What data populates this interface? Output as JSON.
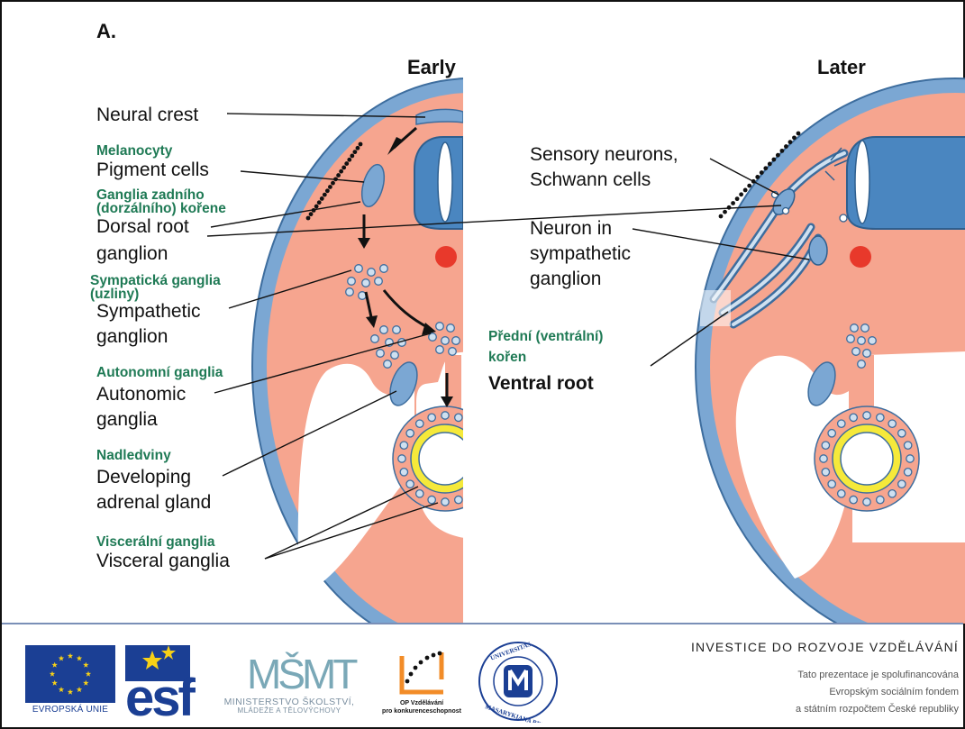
{
  "panel_labels": {
    "a": "A.",
    "early": "Early",
    "later": "Later"
  },
  "labels_en": {
    "neural_crest": "Neural crest",
    "pigment_cells": "Pigment cells",
    "dorsal_root_1": "Dorsal root",
    "dorsal_root_2": "ganglion",
    "sympathetic_1": "Sympathetic",
    "sympathetic_2": "ganglion",
    "autonomic_1": "Autonomic",
    "autonomic_2": "ganglia",
    "adrenal_1": "Developing",
    "adrenal_2": "adrenal gland",
    "visceral": "Visceral ganglia",
    "sensory_1": "Sensory neurons,",
    "sensory_2": "Schwann cells",
    "neuron_1": "Neuron in",
    "neuron_2": "sympathetic",
    "neuron_3": "ganglion",
    "ventral_root": "Ventral root"
  },
  "labels_cz": {
    "melanocyty": "Melanocyty",
    "ganglia_zadniho_1": "Ganglia zadního",
    "ganglia_zadniho_2": "(dorzálního) kořene",
    "sympaticka_1": "Sympatická ganglia",
    "sympaticka_2": "(uzliny)",
    "autonomni": "Autonomní ganglia",
    "nadledviny": "Nadledviny",
    "visceralni": "Viscerální ganglia",
    "predni_1": "Přední (ventrální)",
    "predni_2": "kořen"
  },
  "footer": {
    "eu_label": "EVROPSKÁ UNIE",
    "esf_label": "esf",
    "msmt_logo_text": "MŠMT",
    "msmt_line1": "MINISTERSTVO ŠKOLSTVÍ,",
    "msmt_line2": "MLÁDEŽE A TĚLOVÝCHOVY",
    "op_line1": "OP Vzdělávání",
    "op_line2": "pro konkurenceschopnost",
    "muni_seal_text": "UNIVERSITAS MASARYKIANA BRUNENSIS",
    "investice": "INVESTICE DO ROZVOJE VZDĚLÁVÁNÍ",
    "funding_1": "Tato prezentace je spolufinancována",
    "funding_2": "Evropským sociálním fondem",
    "funding_3": "a státním rozpočtem České republiky"
  },
  "colors": {
    "tissue": "#f6a58f",
    "ectoderm": "#7ba7d3",
    "neural_tube": "#4a86c0",
    "notochord": "#e8392b",
    "gut_lumen": "#f5e93a",
    "czech_label": "#1f7a55",
    "eu_blue": "#1b3f94",
    "esf_yellow": "#f7d117",
    "op_orange": "#f28c28"
  }
}
